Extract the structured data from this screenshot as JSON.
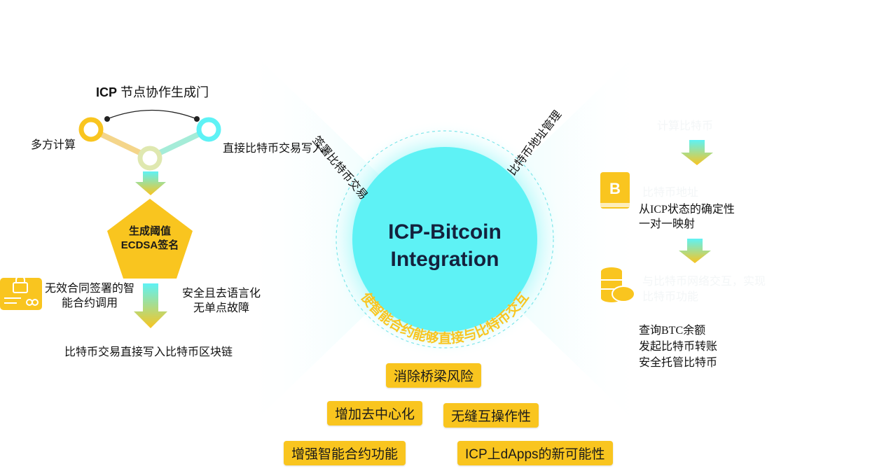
{
  "colors": {
    "yellow": "#f9c51f",
    "cyan": "#5ef2f5",
    "dark": "#1a1a1a"
  },
  "left": {
    "title_prefix": "ICP",
    "title_rest": "节点协作生成门",
    "mpc": "多方计算",
    "direct_write": "直接比特币交易写入",
    "pentagon_line1": "生成阈值",
    "pentagon_line2": "ECDSA签名",
    "no_sign_line1": "无效合同签署的智",
    "no_sign_line2": "能合约调用",
    "secure_line1": "安全且去语言化",
    "secure_line2": "无单点故障",
    "bottom": "比特币交易直接写入比特币区块链"
  },
  "center": {
    "title_line1": "ICP-Bitcoin",
    "title_line2": "Integration",
    "arc_left": "签署比特币交易",
    "arc_right": "比特币地址管理",
    "arc_bottom": "使智能合约能够直接与比特币交互"
  },
  "right": {
    "faint_1": "计算比特币",
    "faint_2": "比特币地址",
    "mapping_line1": "从ICP状态的确定性",
    "mapping_line2": "一对一映射",
    "faint_3": "与比特币网络交互，实现",
    "faint_4": "比特币功能",
    "action_1": "查询BTC余额",
    "action_2": "发起比特币转账",
    "action_3": "安全托管比特币"
  },
  "benefits": {
    "b1": "消除桥梁风险",
    "b2": "增加去中心化",
    "b3": "无缝互操作性",
    "b4": "增强智能合约功能",
    "b5": "ICP上dApps的新可能性"
  }
}
